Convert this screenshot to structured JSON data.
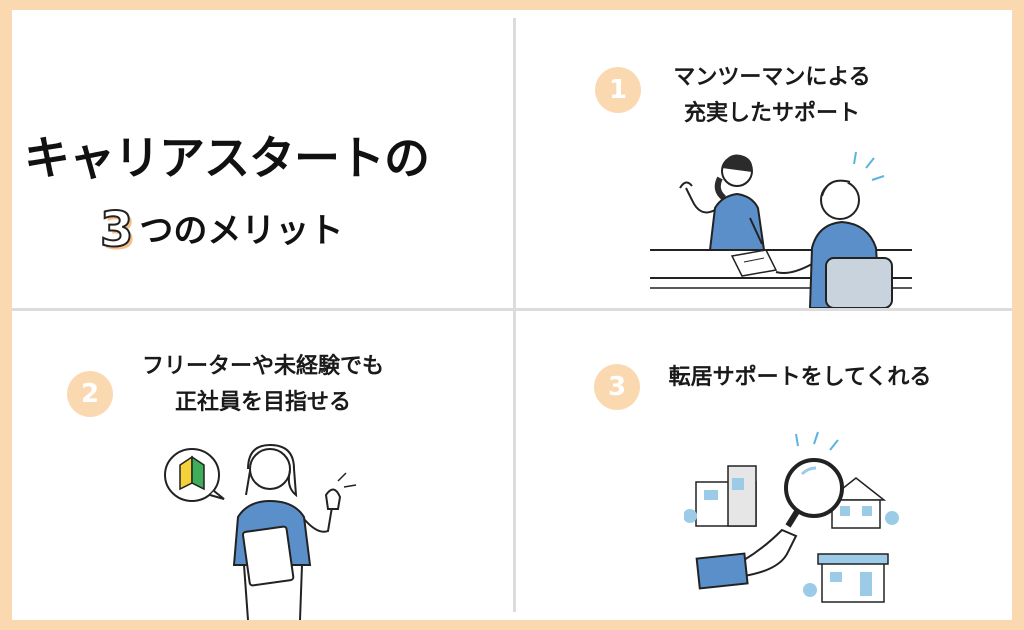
{
  "title": {
    "line1": "キャリアスタートの",
    "number": "3",
    "line2": "つのメリット"
  },
  "merits": [
    {
      "number": "1",
      "line1": "マンツーマンによる",
      "line2": "充実したサポート",
      "icon": "consultation-icon"
    },
    {
      "number": "2",
      "line1": "フリーターや未経験でも",
      "line2": "正社員を目指せる",
      "icon": "beginner-woman-icon"
    },
    {
      "number": "3",
      "line1": "転居サポートをしてくれる",
      "icon": "house-search-icon"
    }
  ],
  "colors": {
    "accent": "#fbd9b0",
    "illustration_blue": "#5b8fc9",
    "divider": "#dcdcdc"
  }
}
